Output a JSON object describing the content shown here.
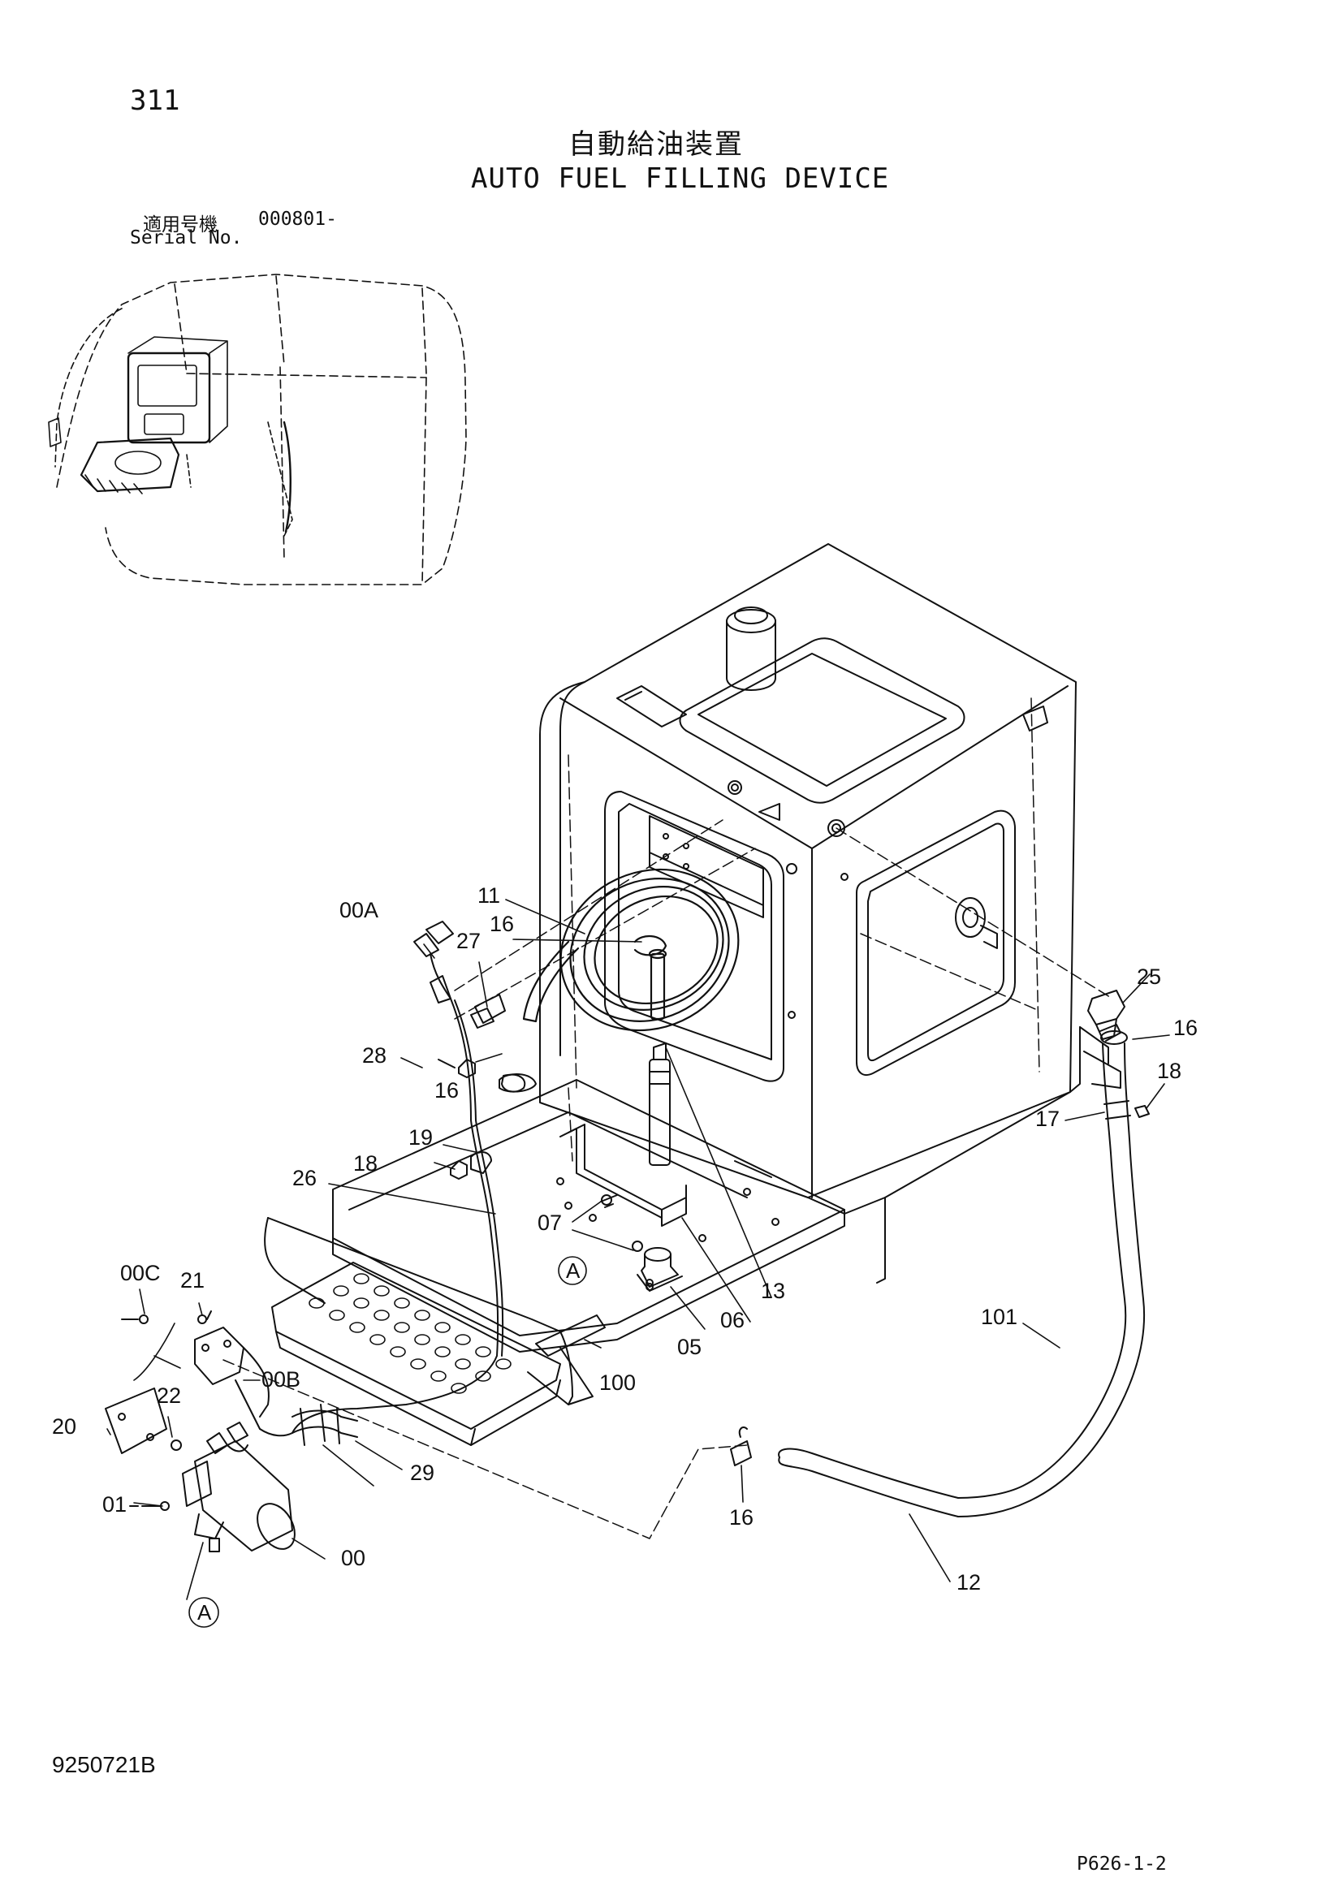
{
  "header": {
    "page_number": "311",
    "title_jp": "自動給油装置",
    "title_en": "AUTO FUEL FILLING DEVICE",
    "serial_label_jp": "適用号機",
    "serial_value": "000801-",
    "serial_label_en": "Serial No."
  },
  "footer": {
    "document_code": "9250721B",
    "page_code": "P626-1-2"
  },
  "callouts": [
    "311"
  ],
  "parts": {
    "p00": "00",
    "p00A": "00A",
    "p00B": "00B",
    "p00C": "00C",
    "p01": "01",
    "p05": "05",
    "p06": "06",
    "p07": "07",
    "p11": "11",
    "p12": "12",
    "p13": "13",
    "p16a": "16",
    "p16b": "16",
    "p16c": "16",
    "p16d": "16",
    "p17": "17",
    "p18a": "18",
    "p18b": "18",
    "p19": "19",
    "p20": "20",
    "p21": "21",
    "p22": "22",
    "p25": "25",
    "p26": "26",
    "p27": "27",
    "p28": "28",
    "p29": "29",
    "p100": "100",
    "p101": "101"
  },
  "markers": {
    "ref_a_top": "A",
    "ref_a_bottom": "A"
  }
}
